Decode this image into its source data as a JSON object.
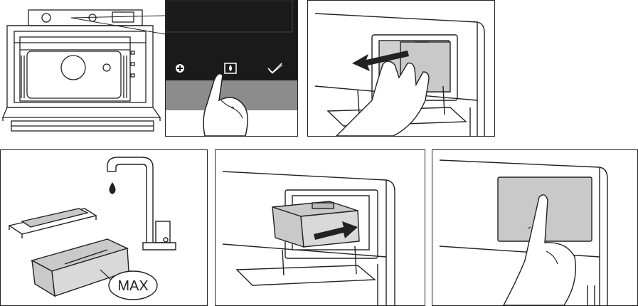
{
  "figures": [
    {
      "id": "oven-overview",
      "description_visible": false
    },
    {
      "id": "control-panel-touch",
      "description_visible": false
    },
    {
      "id": "remove-tank",
      "description_visible": false
    },
    {
      "id": "fill-tank",
      "labels": {
        "max": "MAX"
      }
    },
    {
      "id": "insert-tank",
      "description_visible": false
    },
    {
      "id": "press-panel",
      "description_visible": false
    }
  ],
  "icons": {
    "plus": "plus-circle-icon",
    "water": "water-drop-icon",
    "check": "checkmark-icon"
  },
  "colors": {
    "panel_dark": "#1a1a1a",
    "panel_gray": "#8c8c8c",
    "tank_gray": "#c9c9c9",
    "line": "#222222"
  }
}
